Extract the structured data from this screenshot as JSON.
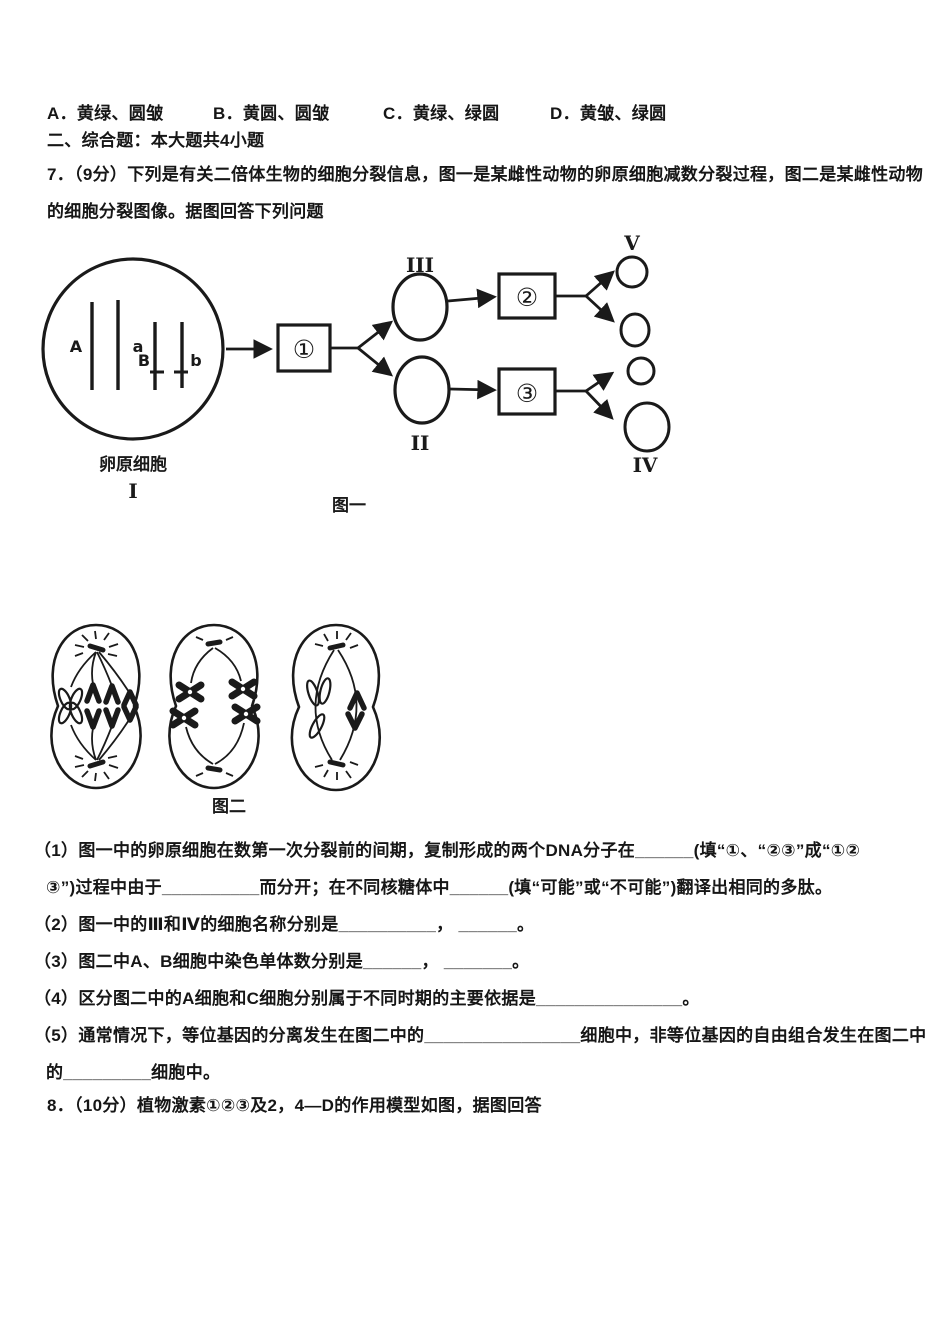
{
  "colors": {
    "ink": "#1a1a1a",
    "paper": "#ffffff"
  },
  "options_row": {
    "a": "A．黄绿、圆皱",
    "b": "B．黄圆、圆皱",
    "c": "C．黄绿、绿圆",
    "d": "D．黄皱、绿圆"
  },
  "section_header": "二、综合题：本大题共4小题",
  "q7": {
    "stem_line1": "7．（9分）下列是有关二倍体生物的细胞分裂信息，图一是某雌性动物的卵原细胞减数分裂过程，图二是某雌性动物",
    "stem_line2": "的细胞分裂图像。据图回答下列问题"
  },
  "figure1": {
    "caption": "图一",
    "oogonium_label": "卵原细胞",
    "stages": {
      "i": "I",
      "ii": "II",
      "iii": "III",
      "iv": "IV",
      "v": "V"
    },
    "processes": {
      "p1": "①",
      "p2": "②",
      "p3": "③"
    },
    "chromosomes": {
      "A": "A",
      "a": "a",
      "B": "B",
      "b": "b"
    }
  },
  "figure2": {
    "caption": "图二"
  },
  "q7_subquestions": {
    "q1_line1": "（1）图一中的卵原细胞在数第一次分裂前的间期，复制形成的两个DNA分子在______(填“①、“②③”成“①②",
    "q1_line2": "③”)过程中由于__________而分开；在不同核糖体中______(填“可能”或“不可能”)翻译出相同的多肽。",
    "q2": "（2）图一中的Ⅲ和Ⅳ的细胞名称分别是__________，  ______。",
    "q3": "（3）图二中A、B细胞中染色单体数分别是______，  _______。",
    "q4": "（4）区分图二中的A细胞和C细胞分别属于不同时期的主要依据是_______________。",
    "q5_line1": "（5）通常情况下，等位基因的分离发生在图二中的________________细胞中，非等位基因的自由组合发生在图二中",
    "q5_line2": "的_________细胞中。"
  },
  "q8": {
    "stem": "8．（10分）植物激素①②③及2，4—D的作用模型如图，据图回答"
  }
}
